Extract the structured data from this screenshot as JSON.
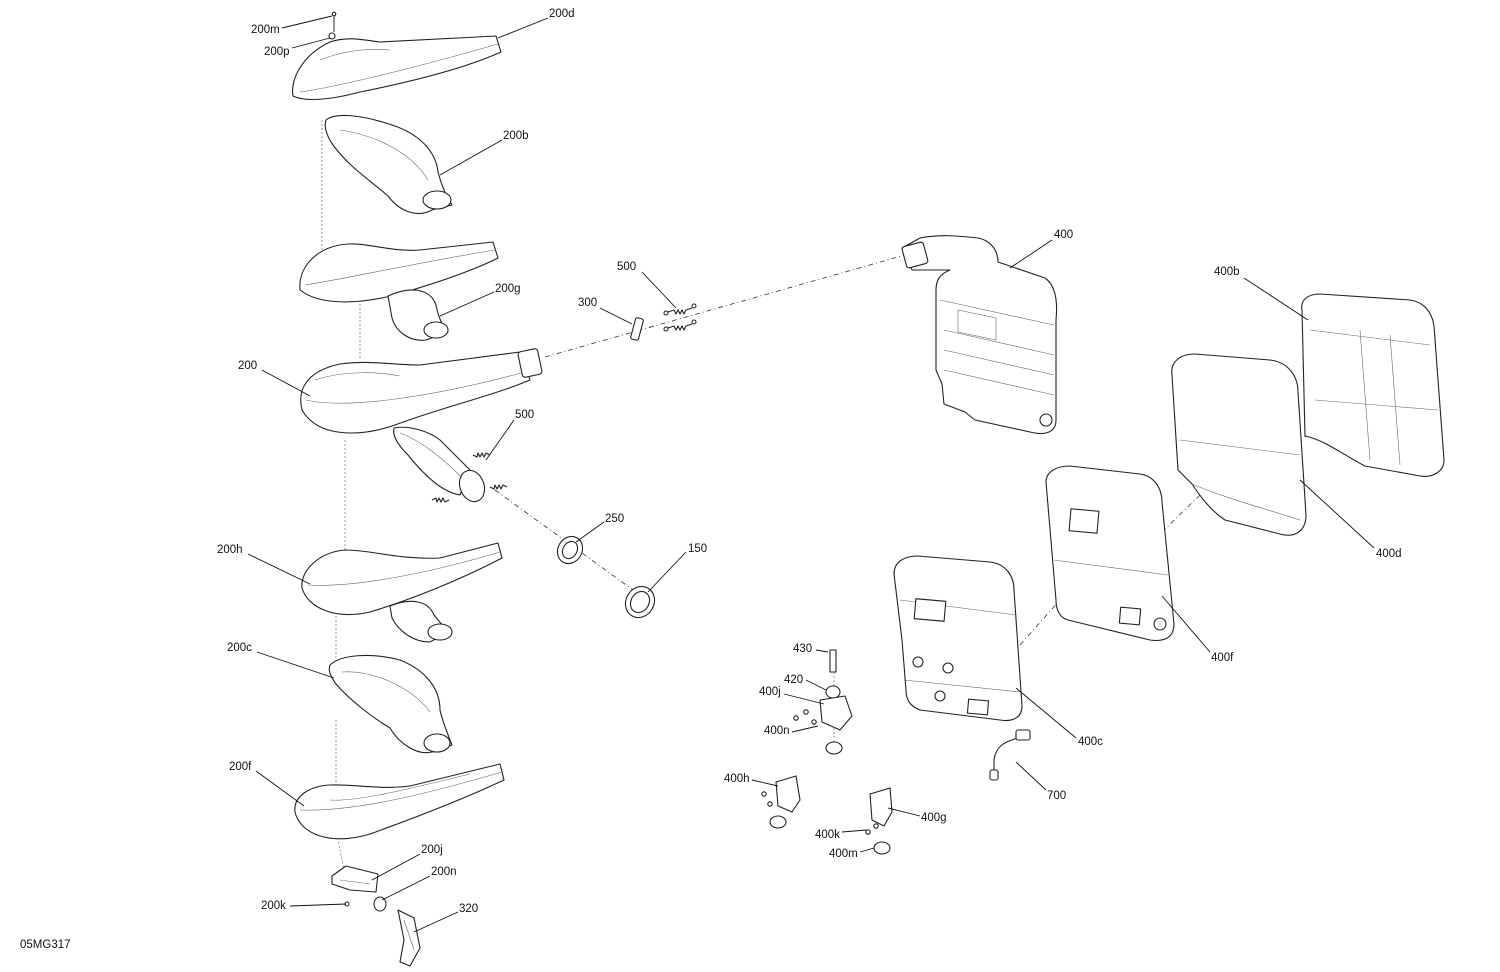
{
  "diagram": {
    "reference": "05MG317",
    "callouts": {
      "c200m": "200m",
      "c200p": "200p",
      "c200d": "200d",
      "c200b": "200b",
      "c200g": "200g",
      "c200": "200",
      "c500a": "500",
      "c300": "300",
      "c500b": "500",
      "c250": "250",
      "c150": "150",
      "c200h": "200h",
      "c200c": "200c",
      "c200f": "200f",
      "c200j": "200j",
      "c200n": "200n",
      "c200k": "200k",
      "c320": "320",
      "c400": "400",
      "c400b": "400b",
      "c400d": "400d",
      "c400f": "400f",
      "c400c": "400c",
      "c700": "700",
      "c430": "430",
      "c420": "420",
      "c400j": "400j",
      "c400n": "400n",
      "c400h": "400h",
      "c400g": "400g",
      "c400k": "400k",
      "c400m": "400m"
    }
  }
}
